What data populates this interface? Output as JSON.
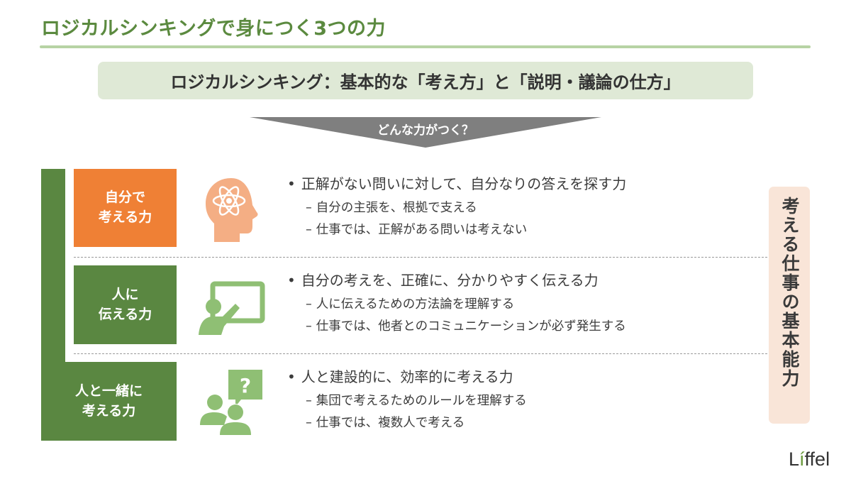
{
  "title": "ロジカルシンキングで身につく3つの力",
  "header": "ロジカルシンキング：基本的な「考え方」と「説明・議論の仕方」",
  "arrow_label": "どんな力がつく？",
  "colors": {
    "title_green": "#5b8a3f",
    "rule_green": "#b7d3a4",
    "header_bg": "#dfe9d6",
    "arrow_gray": "#7f7f7f",
    "orange": "#ef8035",
    "orange_icon": "#f4ae84",
    "dark_green": "#5a8741",
    "light_green_icon": "#8fbf74",
    "side_bg": "#f9e5d8"
  },
  "abilities": [
    {
      "label": "自分で\n考える力",
      "icon": "head-atom-icon",
      "main": "正解がない問いに対して、自分なりの答えを探す力",
      "subs": [
        "自分の主張を、根拠で支える",
        "仕事では、正解がある問いは考えない"
      ]
    },
    {
      "label": "人に\n伝える力",
      "icon": "presenter-board-icon",
      "main": "自分の考えを、正確に、分かりやすく伝える力",
      "subs": [
        "人に伝えるための方法論を理解する",
        "仕事では、他者とのコミュニケーションが必ず発生する"
      ]
    },
    {
      "label": "人と一緒に\n考える力",
      "icon": "people-question-icon",
      "main": "人と建設的に、効率的に考える力",
      "subs": [
        "集団で考えるためのルールを理解する",
        "仕事では、複数人で考える"
      ]
    }
  ],
  "side_label": "考える仕事の基本能力",
  "logo": {
    "prefix": "L",
    "accent": "í",
    "suffix": "ffel"
  }
}
